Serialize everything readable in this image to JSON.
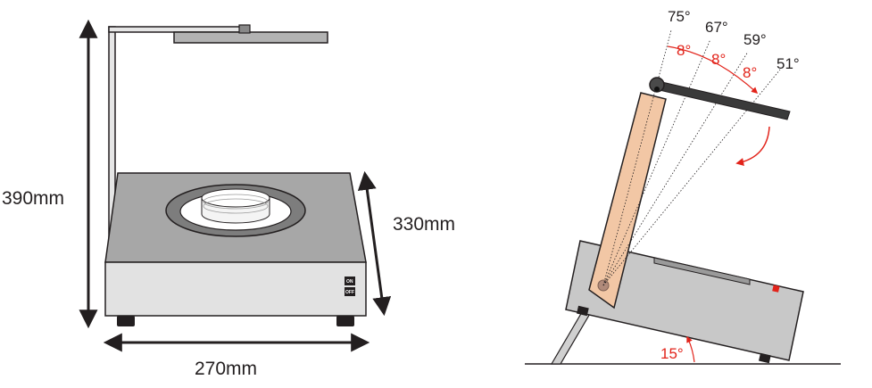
{
  "front_view": {
    "height_label": "390mm",
    "depth_label": "330mm",
    "width_label": "270mm",
    "switch": {
      "on_label": "ON",
      "off_label": "OFF"
    }
  },
  "side_view": {
    "angles": [
      "75°",
      "67°",
      "59°",
      "51°"
    ],
    "step_labels": [
      "8°",
      "8°",
      "8°"
    ],
    "tilt_label": "15°"
  },
  "colors": {
    "body_gray": "#c8c8c8",
    "top_gray": "#a7a7a7",
    "arm_peach": "#f2c7a5",
    "accent_red": "#e2231a",
    "dark": "#231f20"
  }
}
